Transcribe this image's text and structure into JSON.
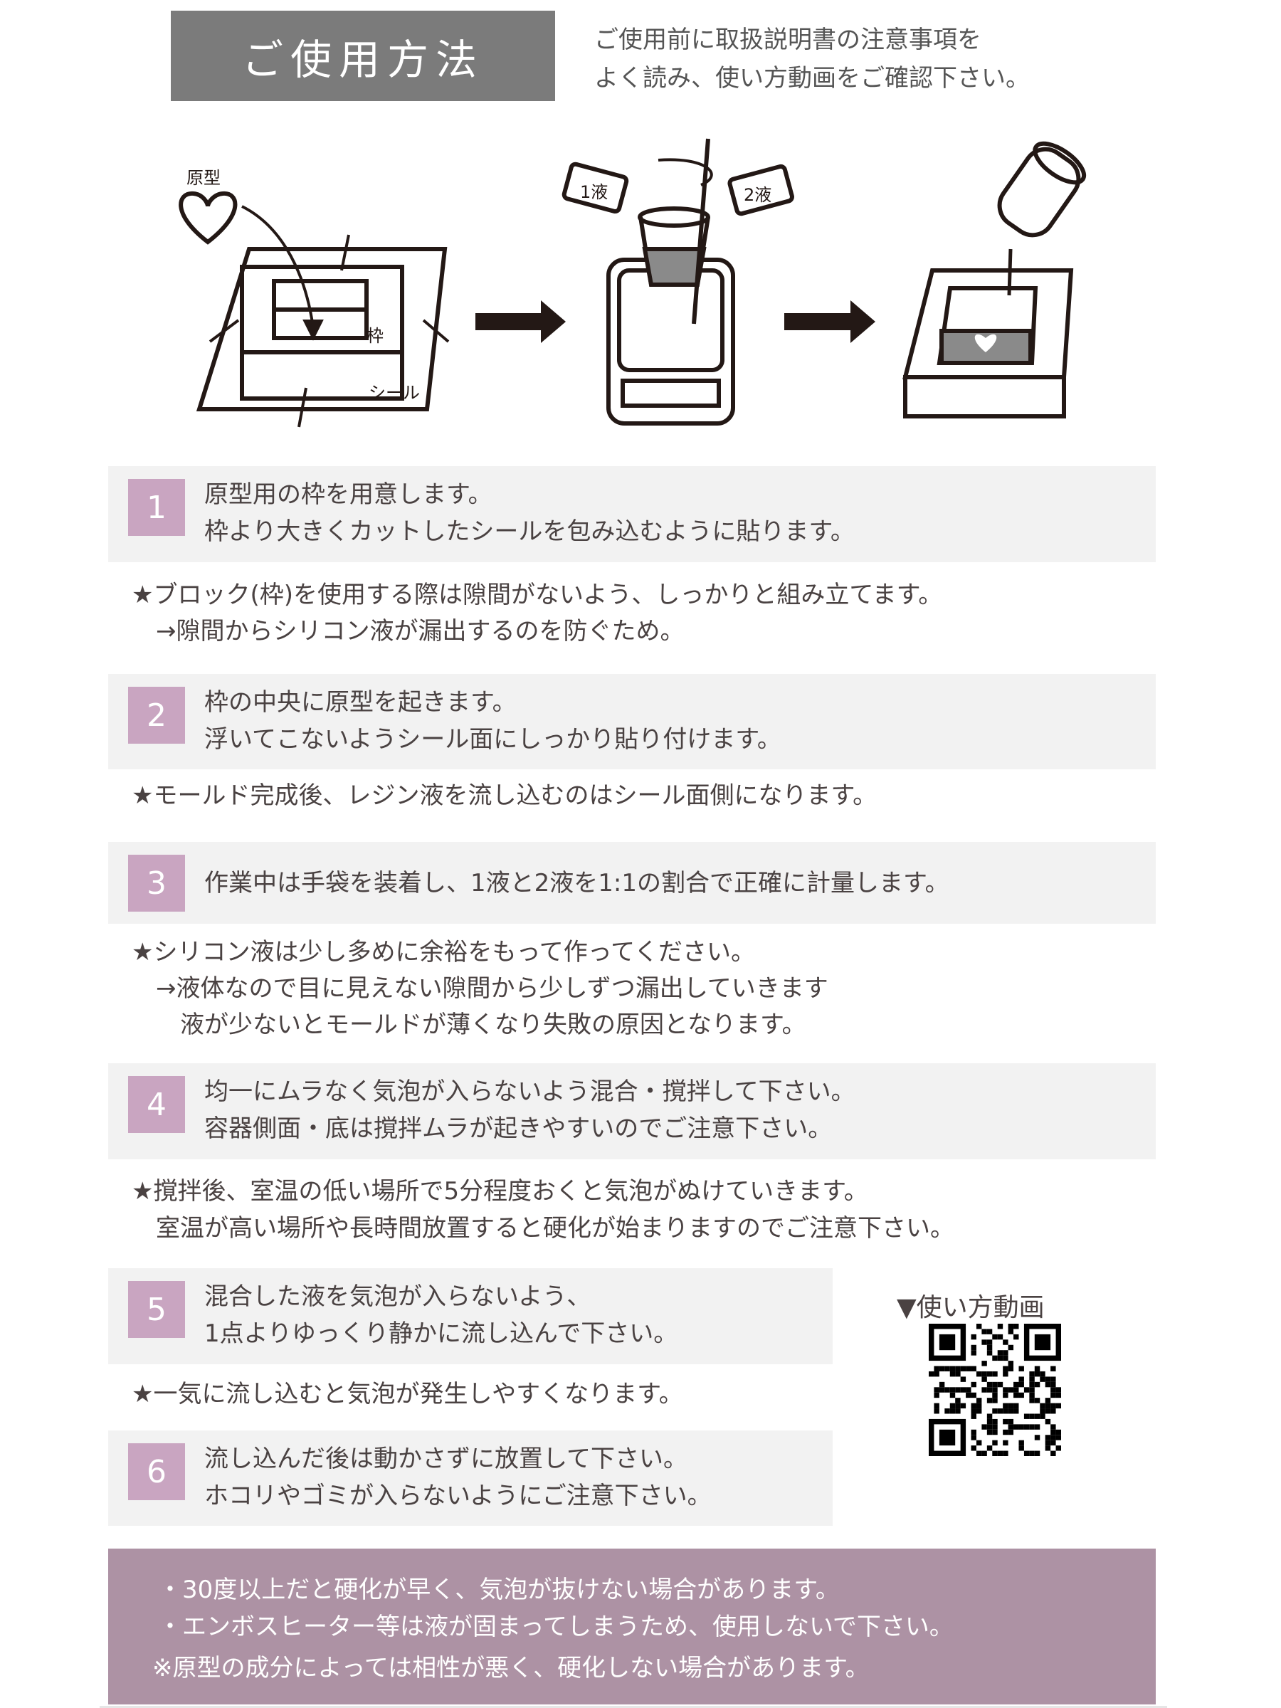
{
  "header": {
    "title": "ご使用方法",
    "intro": [
      "ご使用前に取扱説明書の注意事項を",
      "よく読み、使い方動画をご確認下さい。"
    ]
  },
  "illustration": {
    "labels": {
      "original": "原型",
      "frame": "枠",
      "seal": "シール",
      "liquid1": "1液",
      "liquid2": "2液"
    }
  },
  "colors": {
    "title_bg": "#7b7b7b",
    "step_bg": "#f2f2f2",
    "number_bg": "#c9a5c1",
    "warning_bg": "#ad92a4",
    "text": "#4a4242"
  },
  "steps": [
    {
      "number": "1",
      "lines": [
        "原型用の枠を用意します。",
        "枠より大きくカットしたシールを包み込むように貼ります。"
      ],
      "notes": [
        "★ブロック(枠)を使用する際は隙間がないよう、しっかりと組み立てます。",
        "　→隙間からシリコン液が漏出するのを防ぐため。"
      ]
    },
    {
      "number": "2",
      "lines": [
        "枠の中央に原型を起きます。",
        "浮いてこないようシール面にしっかり貼り付けます。"
      ],
      "notes": [
        "★モールド完成後、レジン液を流し込むのはシール面側になります。"
      ]
    },
    {
      "number": "3",
      "lines": [
        "作業中は手袋を装着し、1液と2液を1:1の割合で正確に計量します。"
      ],
      "notes": [
        "★シリコン液は少し多めに余裕をもって作ってください。",
        "　→液体なので目に見えない隙間から少しずつ漏出していきます",
        "　　液が少ないとモールドが薄くなり失敗の原因となります。"
      ]
    },
    {
      "number": "4",
      "lines": [
        "均一にムラなく気泡が入らないよう混合・撹拌して下さい。",
        "容器側面・底は撹拌ムラが起きやすいのでご注意下さい。"
      ],
      "notes": [
        "★撹拌後、室温の低い場所で5分程度おくと気泡がぬけていきます。",
        "　室温が高い場所や長時間放置すると硬化が始まりますのでご注意下さい。"
      ]
    },
    {
      "number": "5",
      "lines": [
        "混合した液を気泡が入らないよう、",
        "1点よりゆっくり静かに流し込んで下さい。"
      ],
      "notes": [
        "★一気に流し込むと気泡が発生しやすくなります。"
      ]
    },
    {
      "number": "6",
      "lines": [
        "流し込んだ後は動かさずに放置して下さい。",
        "ホコリやゴミが入らないようにご注意下さい。"
      ],
      "notes": []
    }
  ],
  "video": {
    "label": "▼使い方動画",
    "qr_icon": "qr-code-icon"
  },
  "warnings": [
    "・30度以上だと硬化が早く、気泡が抜けない場合があります。",
    "・エンボスヒーター等は液が固まってしまうため、使用しないで下さい。",
    "※原型の成分によっては相性が悪く、硬化しない場合があります。"
  ]
}
